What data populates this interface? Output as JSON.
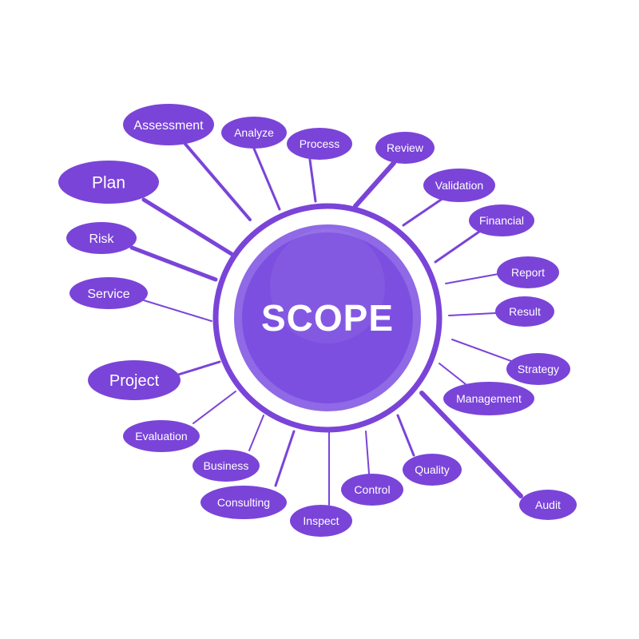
{
  "colors": {
    "primary": "#7a44d8",
    "inner": "#7d4fe0",
    "ring_fill": "#8f69e6",
    "ring_stroke": "#7a44d8",
    "text": "#ffffff",
    "background": "#ffffff"
  },
  "center": {
    "label": "SCOPE"
  },
  "nodes": [
    {
      "id": "assessment",
      "label": "Assessment"
    },
    {
      "id": "analyze",
      "label": "Analyze"
    },
    {
      "id": "process",
      "label": "Process"
    },
    {
      "id": "review",
      "label": "Review"
    },
    {
      "id": "validation",
      "label": "Validation"
    },
    {
      "id": "financial",
      "label": "Financial"
    },
    {
      "id": "report",
      "label": "Report"
    },
    {
      "id": "result",
      "label": "Result"
    },
    {
      "id": "strategy",
      "label": "Strategy"
    },
    {
      "id": "management",
      "label": "Management"
    },
    {
      "id": "audit",
      "label": "Audit"
    },
    {
      "id": "quality",
      "label": "Quality"
    },
    {
      "id": "control",
      "label": "Control"
    },
    {
      "id": "inspect",
      "label": "Inspect"
    },
    {
      "id": "consulting",
      "label": "Consulting"
    },
    {
      "id": "business",
      "label": "Business"
    },
    {
      "id": "evaluation",
      "label": "Evaluation"
    },
    {
      "id": "project",
      "label": "Project"
    },
    {
      "id": "service",
      "label": "Service"
    },
    {
      "id": "risk",
      "label": "Risk"
    },
    {
      "id": "plan",
      "label": "Plan"
    }
  ]
}
